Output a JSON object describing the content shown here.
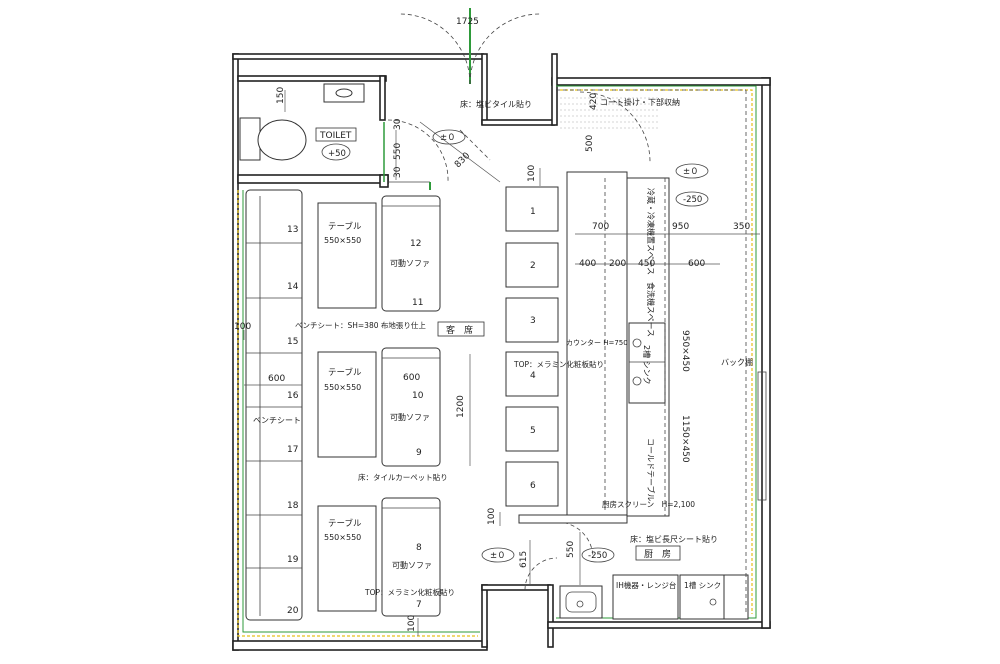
{
  "dimensions": {
    "d1725": "1725",
    "d150": "150",
    "d30a": "30",
    "d550a": "550",
    "d30b": "30",
    "d830": "830",
    "d420": "420",
    "d500": "500",
    "d100a": "100",
    "d700": "700",
    "d950": "950",
    "d350": "350",
    "d400": "400",
    "d200": "200",
    "d450": "450",
    "d600a": "600",
    "d100b": "100",
    "d600b": "600",
    "d600c": "600",
    "d1200": "1200",
    "d950x450": "950×450",
    "d1150x450": "1150×450",
    "d100c": "100",
    "d615": "615",
    "d550b": "550",
    "d100d": "100"
  },
  "labels": {
    "toilet": "TOILET",
    "toilet_level": "+50",
    "floor_tile": "床：塩ビタイル貼り",
    "coat_hanger": "コート掛け・下部収納",
    "level_zero_entry": "±０",
    "level_zero_right": "±０",
    "level_m250_top": "-250",
    "fridge_space": "冷蔵・冷凍機置スペース",
    "dishwasher_space": "食洗機スペース",
    "sink2": "2槽 シンク",
    "cold_table": "コールドテーブル",
    "back_shelf": "バック棚",
    "counter": "カウンター H=750",
    "top_melamine_counter": "TOP：メラミン化粧板貼り",
    "bench_sheet_note": "ベンチシート：SH=380 布地張り仕上",
    "customer_area": "客　席",
    "bench_sheet": "ベンチシート",
    "floor_carpet": "床：タイルカーペット貼り",
    "kitchen_screen": "厨房スクリーン　H=2,100",
    "floor_vinyl_sheet": "床：塩ビ長尺シート貼り",
    "kitchen": "厨　房",
    "level_zero_bottom": "±０",
    "level_m250_bottom": "-250",
    "ih_range": "IH機器・レンジ台",
    "sink1": "1槽 シンク",
    "top_melamine_table": "TOP：メラミン化粧板貼り"
  },
  "tables": [
    {
      "name": "テーブル",
      "size": "550×550"
    },
    {
      "name": "テーブル",
      "size": "550×550"
    },
    {
      "name": "テーブル",
      "size": "550×550"
    }
  ],
  "sofas": [
    {
      "name": "可動ソファ",
      "top": "12",
      "bottom": "11"
    },
    {
      "name": "可動ソファ",
      "top": "10",
      "bottom": "9"
    },
    {
      "name": "可動ソファ",
      "top": "8",
      "bottom": "7"
    }
  ],
  "bench_seats": [
    "13",
    "14",
    "15",
    "16",
    "17",
    "18",
    "19",
    "20"
  ],
  "counter_seats": [
    "1",
    "2",
    "3",
    "4",
    "5",
    "6"
  ],
  "colors": {
    "wall_line": "#222222",
    "green_edge": "#2e9a3a",
    "yellow_edge": "#e6c21a"
  }
}
